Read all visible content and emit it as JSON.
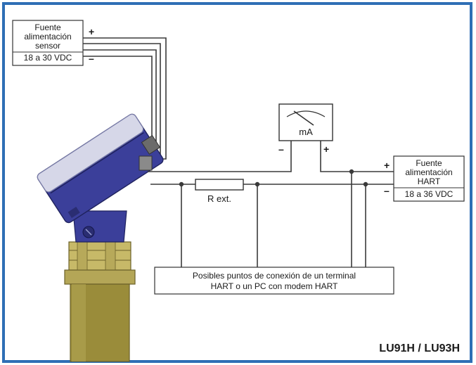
{
  "frame": {
    "border_color": "#2f6fb5"
  },
  "sensor_supply": {
    "line1": "Fuente",
    "line2": "alimentación",
    "line3": "sensor",
    "line4": "18 a 30 VDC",
    "plus": "+",
    "minus": "–"
  },
  "meter": {
    "unit": "mA",
    "minus": "–",
    "plus": "+"
  },
  "resistor": {
    "label": "R ext."
  },
  "hart_supply": {
    "line1": "Fuente",
    "line2": "alimentación",
    "line3": "HART",
    "line4": "18 a 36 VDC",
    "plus": "+",
    "minus": "–"
  },
  "connection_note": {
    "line1": "Posibles puntos de conexión de un terminal",
    "line2": "HART o un PC con modem HART"
  },
  "model": "LU91H / LU93H",
  "colors": {
    "housing": "#3b3f9a",
    "housing_light": "#d6d7e8",
    "body": "#9a8c3a",
    "body_light": "#c7b968",
    "wire": "#3a3a3a"
  }
}
